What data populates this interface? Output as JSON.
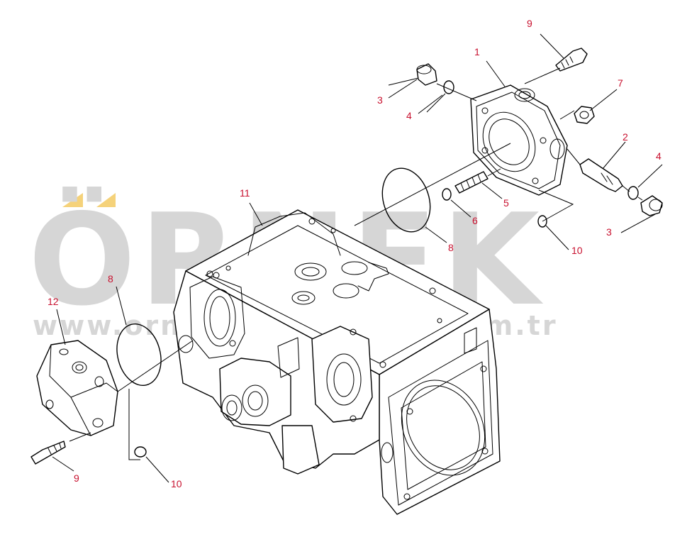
{
  "watermark": {
    "brand": "ÖRNEK",
    "url": "www.ornekismakinalari.com.tr",
    "accent_color": "#f5d27a",
    "text_color": "#d6d6d6"
  },
  "callouts": {
    "c1": "1",
    "c2": "2",
    "c3a": "3",
    "c3b": "3",
    "c4a": "4",
    "c4b": "4",
    "c5": "5",
    "c6": "6",
    "c7": "7",
    "c8a": "8",
    "c8b": "8",
    "c9a": "9",
    "c9b": "9",
    "c10a": "10",
    "c10b": "10",
    "c11": "11",
    "c12": "12"
  },
  "colors": {
    "callout": "#c8102e",
    "line": "#000000",
    "background": "#ffffff"
  }
}
